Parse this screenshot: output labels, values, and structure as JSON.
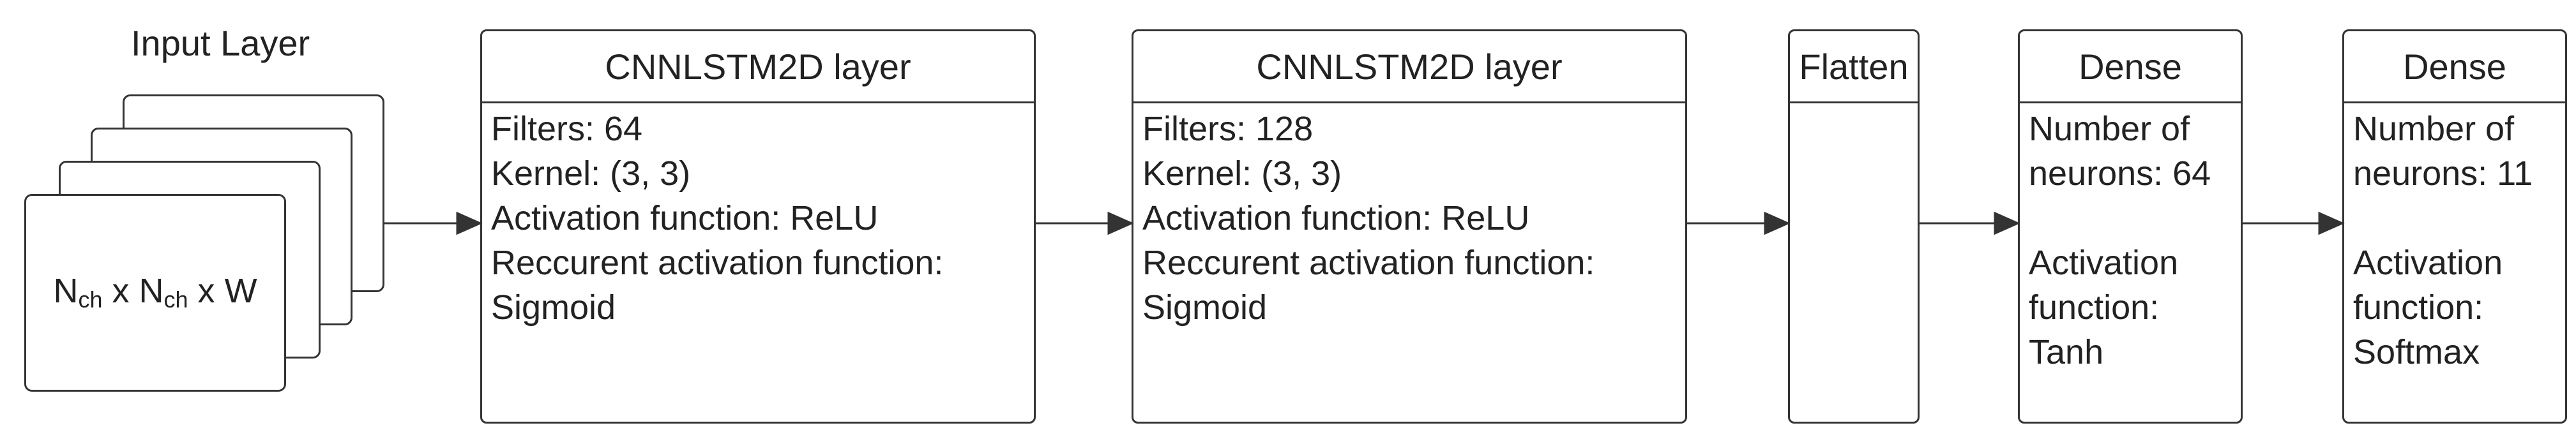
{
  "input": {
    "title": "Input Layer",
    "dims_base": "N",
    "dims_sub": "ch",
    "dims_x": " x ",
    "dims_tail": "W"
  },
  "layers": [
    {
      "header": "CNNLSTM2D layer",
      "lines": [
        "Filters: 64",
        "Kernel: (3, 3)",
        "Activation function: ReLU",
        "Reccurent activation function:",
        "Sigmoid"
      ]
    },
    {
      "header": "CNNLSTM2D layer",
      "lines": [
        "Filters: 128",
        "Kernel: (3, 3)",
        "Activation function: ReLU",
        "Reccurent activation function:",
        "Sigmoid"
      ]
    },
    {
      "header": "Flatten",
      "lines": []
    },
    {
      "header": "Dense",
      "lines": [
        "Number of",
        "neurons: 64",
        "",
        "Activation",
        "function:",
        "Tanh"
      ]
    },
    {
      "header": "Dense",
      "lines": [
        "Number of",
        "neurons: 11",
        "",
        "Activation",
        "function:",
        "Softmax"
      ]
    }
  ],
  "colors": {
    "stroke": "#333333",
    "text": "#222222"
  }
}
